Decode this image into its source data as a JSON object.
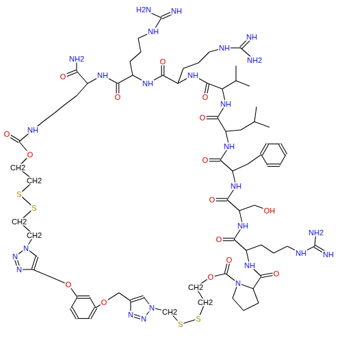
{
  "diagram": {
    "labels": [
      "NH",
      "H2N",
      "NH",
      "NH",
      "NH",
      "NH2",
      "NH2",
      "O",
      "NH",
      "O",
      "NH",
      "NH",
      "O",
      "O",
      "NH",
      "O",
      "NH",
      "O",
      "NH",
      "O",
      "O",
      "CH2",
      "CH2",
      "NH",
      "S",
      "O",
      "S",
      "OH",
      "CH2",
      "NH",
      "NH2",
      "CH2",
      "O",
      "N",
      "NH",
      "NH",
      "N",
      "O",
      "NH",
      "N",
      "O",
      "O",
      "N",
      "O",
      "CH2",
      "O",
      "CH2",
      "N",
      "CH2",
      "N",
      "N",
      "S",
      "S"
    ]
  }
}
